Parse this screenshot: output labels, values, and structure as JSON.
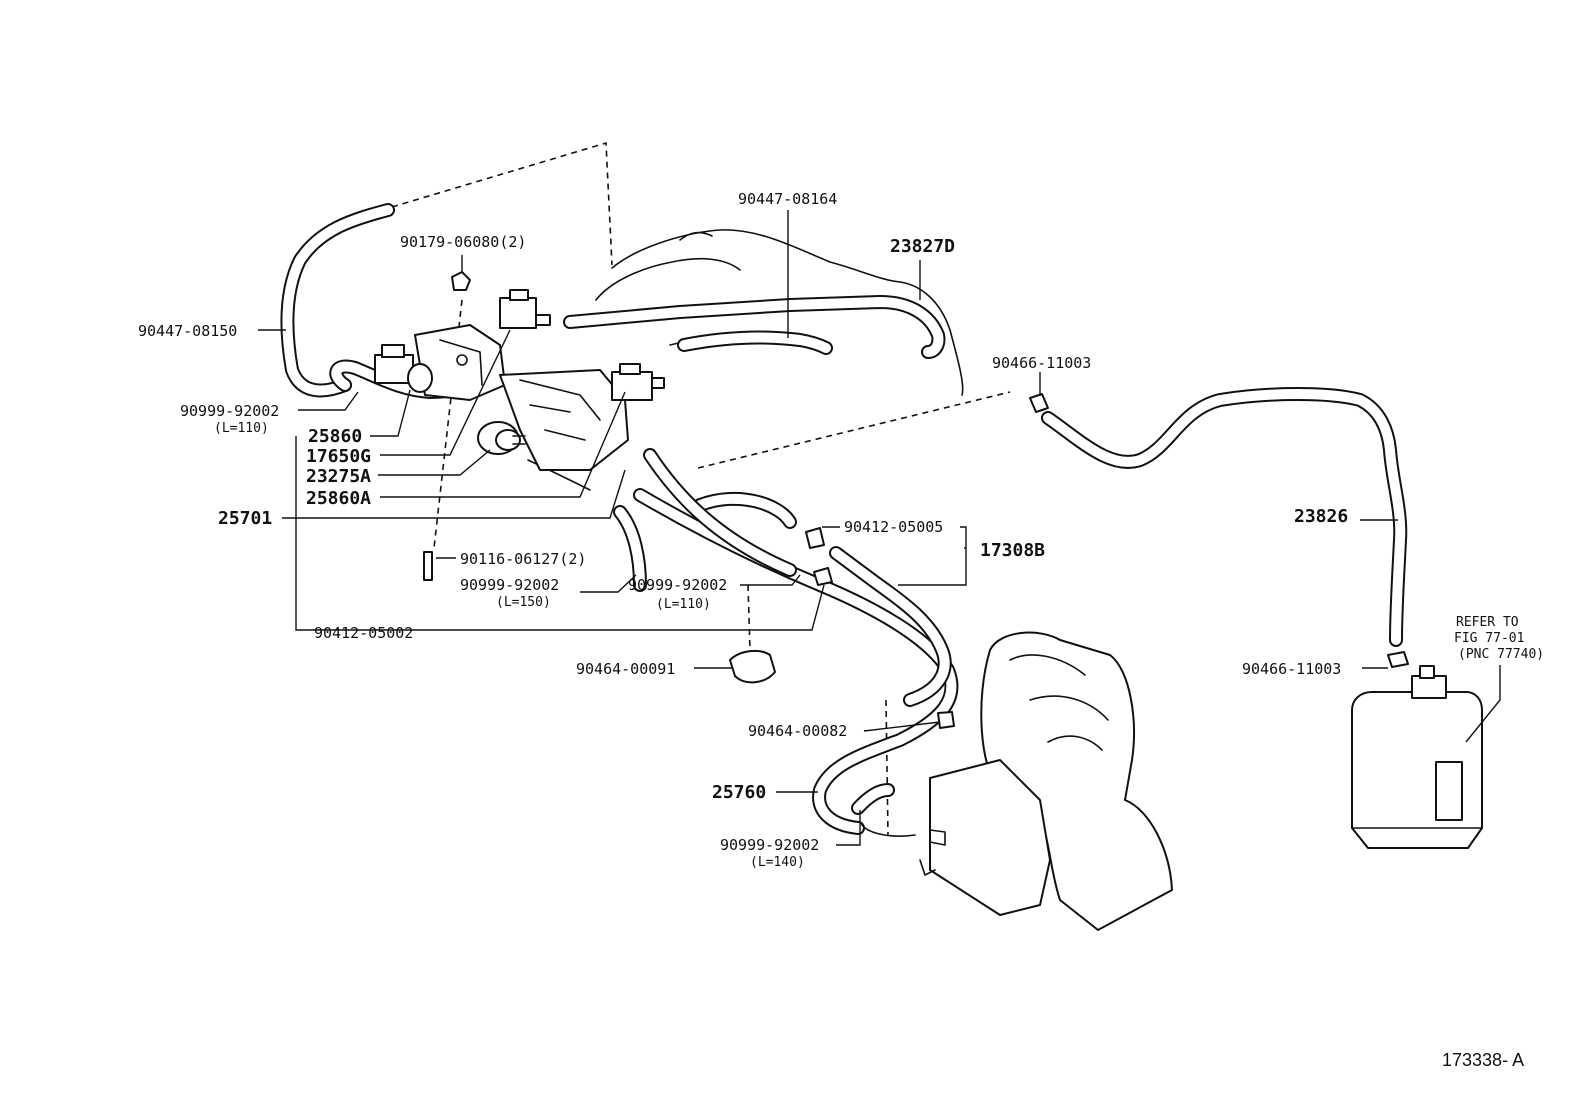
{
  "diagram": {
    "figure_id": "173338- A",
    "labels": {
      "p90447_08150": "90447-08150",
      "p90179_06080": "90179-06080(2)",
      "p90447_08164": "90447-08164",
      "p23827D": "23827D",
      "p90466_11003_top": "90466-11003",
      "p90999_92002_a": "90999-92002",
      "p90999_92002_a_len": "(L=110)",
      "p25860": "25860",
      "p17650G": "17650G",
      "p23275A": "23275A",
      "p25860A": "25860A",
      "p25701": "25701",
      "p90412_05005": "90412-05005",
      "p17308B": "17308B",
      "p23826": "23826",
      "p90116_06127": "90116-06127(2)",
      "p90999_92002_b": "90999-92002",
      "p90999_92002_b_len": "(L=150)",
      "p90999_92002_c": "90999-92002",
      "p90999_92002_c_len": "(L=110)",
      "p90412_05002": "90412-05002",
      "p90464_00091": "90464-00091",
      "p90464_00082": "90464-00082",
      "p25760": "25760",
      "p90999_92002_d": "90999-92002",
      "p90999_92002_d_len": "(L=140)",
      "p90466_11003_bottom": "90466-11003",
      "refer_line1": "REFER TO",
      "refer_line2": "FIG 77-01",
      "refer_line3": "(PNC 77740)"
    }
  }
}
